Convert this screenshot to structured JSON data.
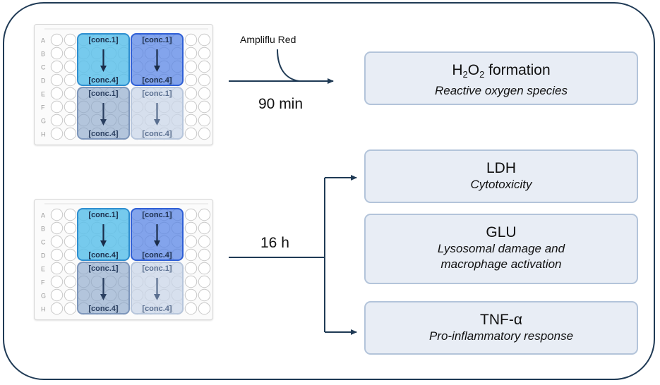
{
  "plate_rows": [
    "A",
    "B",
    "C",
    "D",
    "E",
    "F",
    "G",
    "H"
  ],
  "conc_top": "[conc.1]",
  "conc_bottom": "[conc.4]",
  "reagent_label": "Ampliflu Red",
  "time_1": "90 min",
  "time_2": "16 h",
  "box_h2o2": {
    "title_h": "H",
    "title_sub_1": "2",
    "title_o": "O",
    "title_sub_2": "2",
    "title_rest": " formation",
    "subtitle": "Reactive oxygen species"
  },
  "box_ldh": {
    "title": "LDH",
    "subtitle": "Cytotoxicity"
  },
  "box_glu": {
    "title": "GLU",
    "subtitle_1": "Lysosomal damage and",
    "subtitle_2": "macrophage activation"
  },
  "box_tnf": {
    "title": "TNF-α",
    "subtitle": "Pro-inflammatory response"
  },
  "colors": {
    "frame": "#1f3a55",
    "arrow": "#1f3a55",
    "box_fill": "#e8edf5",
    "box_border": "#b3c4da",
    "group_cyan": "#5ec1ea",
    "group_blue": "#5a86e6",
    "group_grey_blue": "#8aa6c9",
    "group_light": "#c9d6e8"
  }
}
